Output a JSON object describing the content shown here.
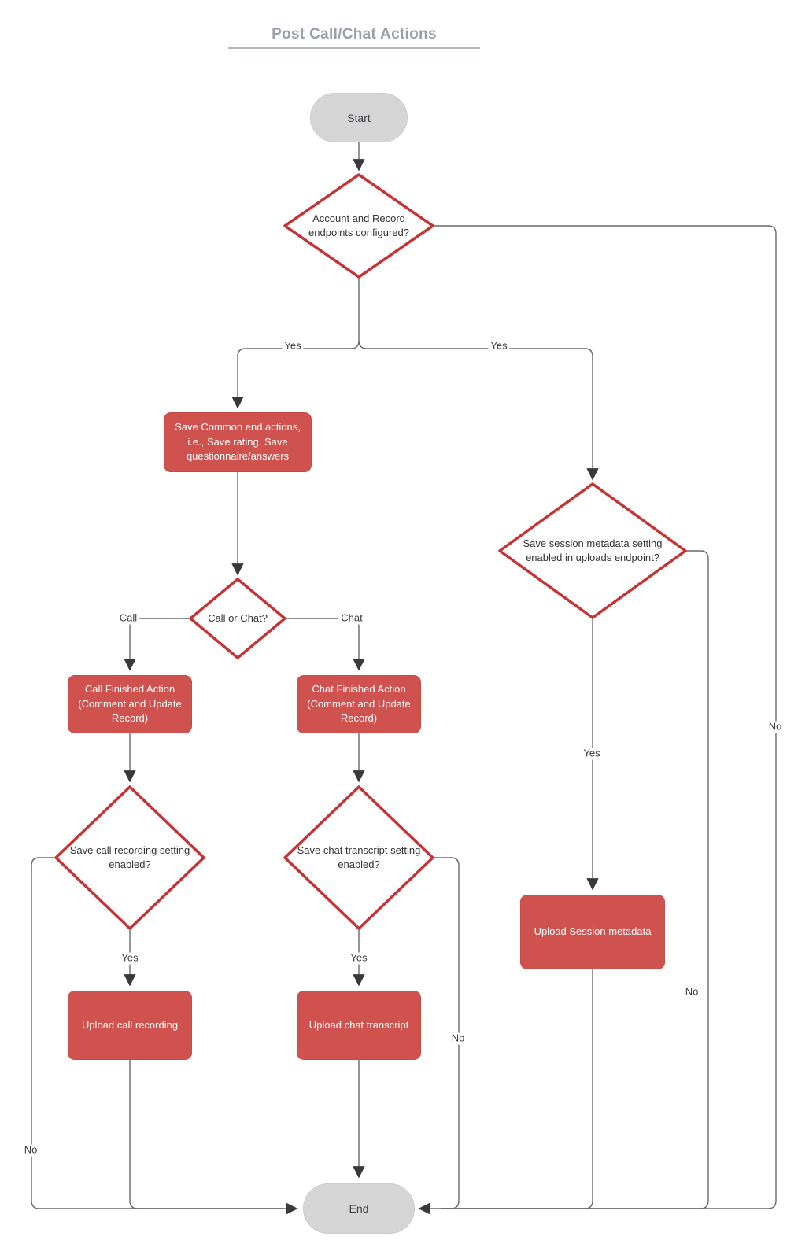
{
  "title": {
    "text": "Post Call/Chat Actions"
  },
  "nodes": {
    "start": {
      "type": "terminator",
      "label": "Start"
    },
    "endpoints_configured": {
      "type": "decision",
      "label": "Account and Record endpoints configured?"
    },
    "save_common": {
      "type": "process",
      "label": "Save Common end actions, i.e., Save rating, Save questionnaire/answers"
    },
    "call_or_chat": {
      "type": "decision",
      "label": "Call or Chat?"
    },
    "call_finished": {
      "type": "process",
      "label": "Call Finished Action (Comment and Update Record)"
    },
    "chat_finished": {
      "type": "process",
      "label": "Chat Finished Action (Comment and Update Record)"
    },
    "save_call_recording": {
      "type": "decision",
      "label": "Save call recording setting enabled?"
    },
    "save_chat_transcript": {
      "type": "decision",
      "label": "Save chat transcript setting enabled?"
    },
    "save_session_metadata": {
      "type": "decision",
      "label": "Save session metadata setting enabled in uploads endpoint?"
    },
    "upload_call_recording": {
      "type": "process",
      "label": "Upload call recording"
    },
    "upload_chat_transcript": {
      "type": "process",
      "label": "Upload chat transcript"
    },
    "upload_session_metadata": {
      "type": "process",
      "label": "Upload Session metadata"
    },
    "end": {
      "type": "terminator",
      "label": "End"
    }
  },
  "edge_labels": {
    "yes_to_save_common": "Yes",
    "yes_to_session_check": "Yes",
    "call_branch": "Call",
    "chat_branch": "Chat",
    "yes_upload_call": "Yes",
    "yes_upload_chat": "Yes",
    "yes_upload_session": "Yes",
    "no_call_recording": "No",
    "no_chat_transcript": "No",
    "no_session_metadata": "No",
    "no_endpoints_configured": "No"
  },
  "colors": {
    "process_fill": "#d0524e",
    "process_border": "#c64a46",
    "decision_stroke": "#c53334",
    "terminator_fill": "#d5d5d6",
    "connector": "#6a6a6a",
    "arrowhead": "#39393b",
    "title_text": "#9aa0a9"
  }
}
